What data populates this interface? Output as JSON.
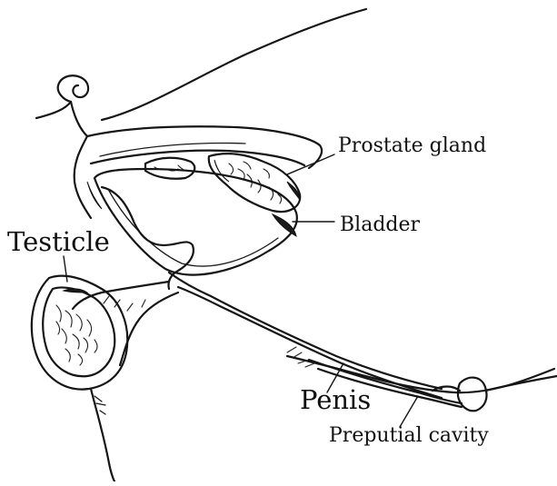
{
  "labels": {
    "prostate": "Prostate gland",
    "bladder": "Bladder",
    "testicle": "Testicle",
    "penis": "Penis",
    "preputial": "Preputial cavity"
  }
}
